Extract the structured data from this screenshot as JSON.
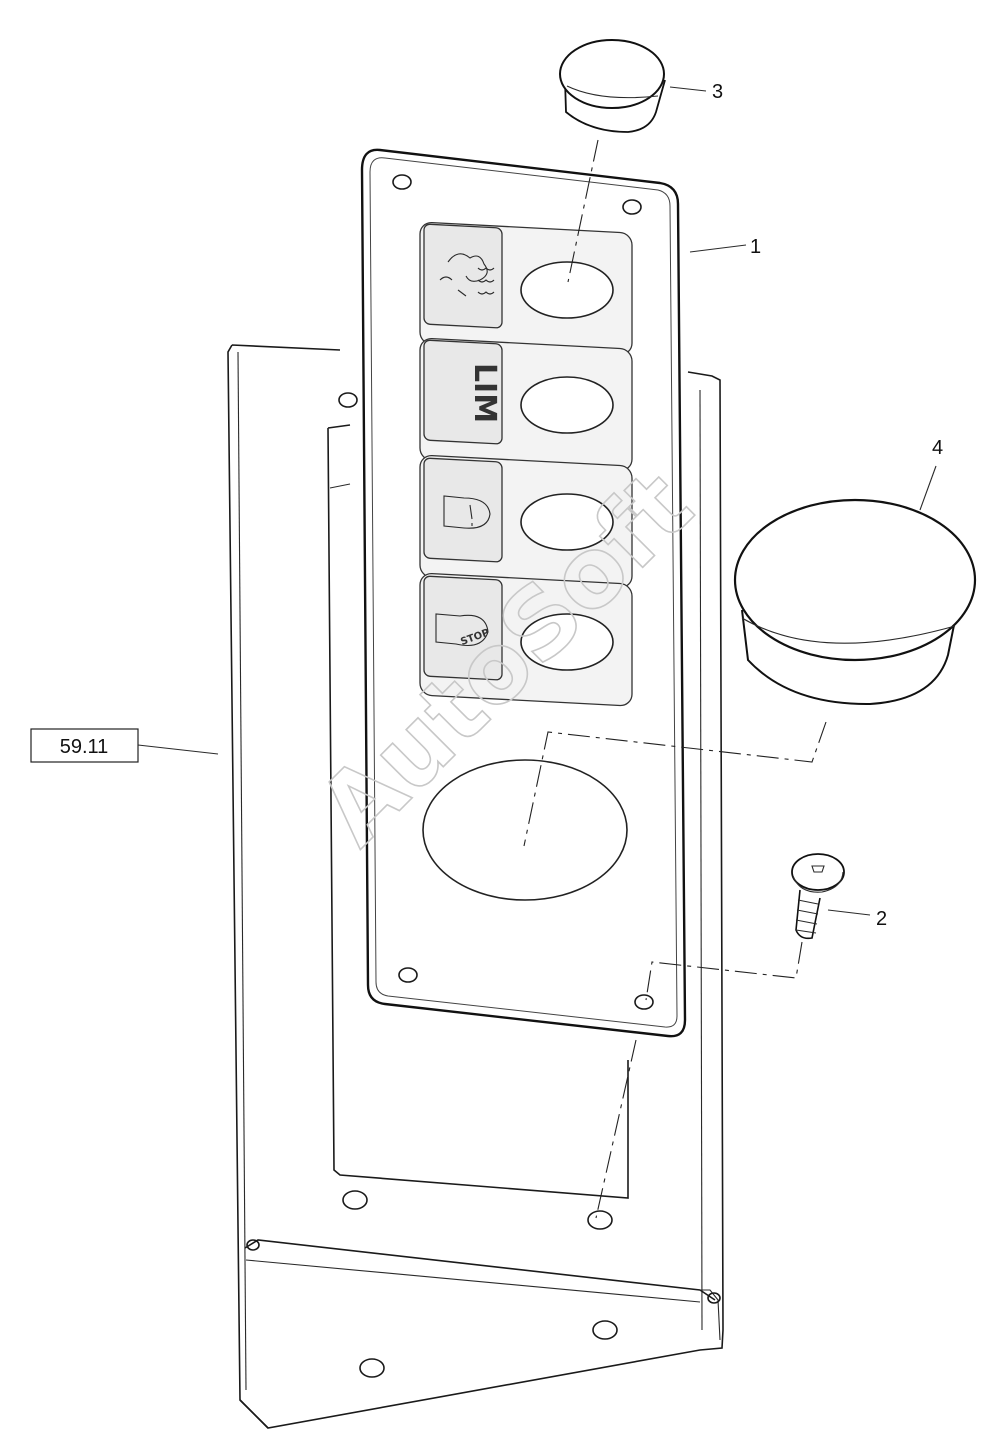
{
  "callouts": {
    "c1": "1",
    "c2": "2",
    "c3": "3",
    "c4": "4"
  },
  "reference": "59.11",
  "icons": {
    "lim": "LIM",
    "stop": "STOP"
  },
  "watermark": "AutoSoft"
}
